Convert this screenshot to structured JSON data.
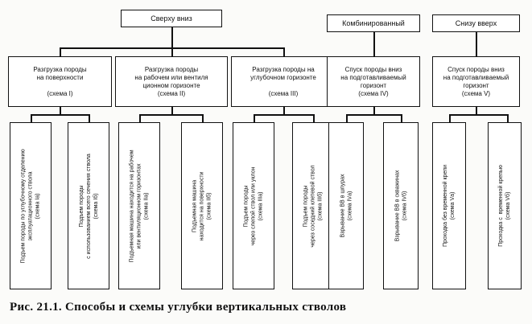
{
  "top": {
    "sverhu_vniz": "Сверху вниз",
    "kombinirovanny": "Комбинированный",
    "snizu_vverh": "Снизу вверх"
  },
  "middle": [
    "Разгрузка породы\nна поверхности\n\n(схема I)",
    "Разгрузка породы\nна рабочем или вентиля\nционном горизонте\n(схема II)",
    "Разгрузка породы  на\nуглубочном горизонте\n\n(схема III)",
    "Спуск породы вниз\nна подготавливаемый\nгоризонт\n(схема IV)",
    "Спуск породы вниз\nна подготавливаемый\nгоризонт\n(схема V)"
  ],
  "leaves": [
    "Подъем породы по углубочному отделению\nэксплуатационного ствола\n(схема Iа)",
    "Подъем породы\nс использованием всего сечения ствола\n(схема Iб)",
    "Подъемная машина находится на рабочем\nили вентиляционном горизонтах\n(схема IIа)",
    "Подъемная машина\nнаходится на поверхности\n(схема IIб)",
    "Подъем породы\nчерез слепой ствол или уклон\n(схема IIIа)",
    "Подъем породы\nчерез соседний клетевой ствол\n(схема IIIб)",
    "Взрывание ВВ в шпурах\n(схема IVа)",
    "Взрывание ВВ в скважинах\n(схема IVб)",
    "Проходка без временной крепи\n(схема Vа)",
    "Проходка с  временной крепью\n(схема Vб)"
  ],
  "caption": "Рис. 21.1. Способы и схемы углубки вертикальных стволов"
}
